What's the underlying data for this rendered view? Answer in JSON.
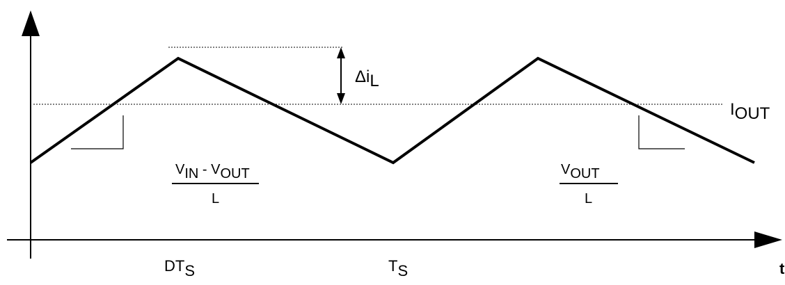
{
  "diagram": {
    "axis_x_label": "t",
    "tick_dts": {
      "main": "DT",
      "sub": "S"
    },
    "tick_ts": {
      "main": "T",
      "sub": "S"
    },
    "iout_label": {
      "main": "I",
      "sub": "OUT"
    },
    "delta_label": {
      "main": "Δi",
      "sub": "L"
    },
    "rise_slope": {
      "v_in": {
        "main": "V",
        "sub": "IN"
      },
      "minus": " - ",
      "v_out": {
        "main": "V",
        "sub": "OUT"
      },
      "denominator": "L"
    },
    "fall_slope": {
      "v_out": {
        "main": "V",
        "sub": "OUT"
      },
      "denominator": "L"
    }
  }
}
